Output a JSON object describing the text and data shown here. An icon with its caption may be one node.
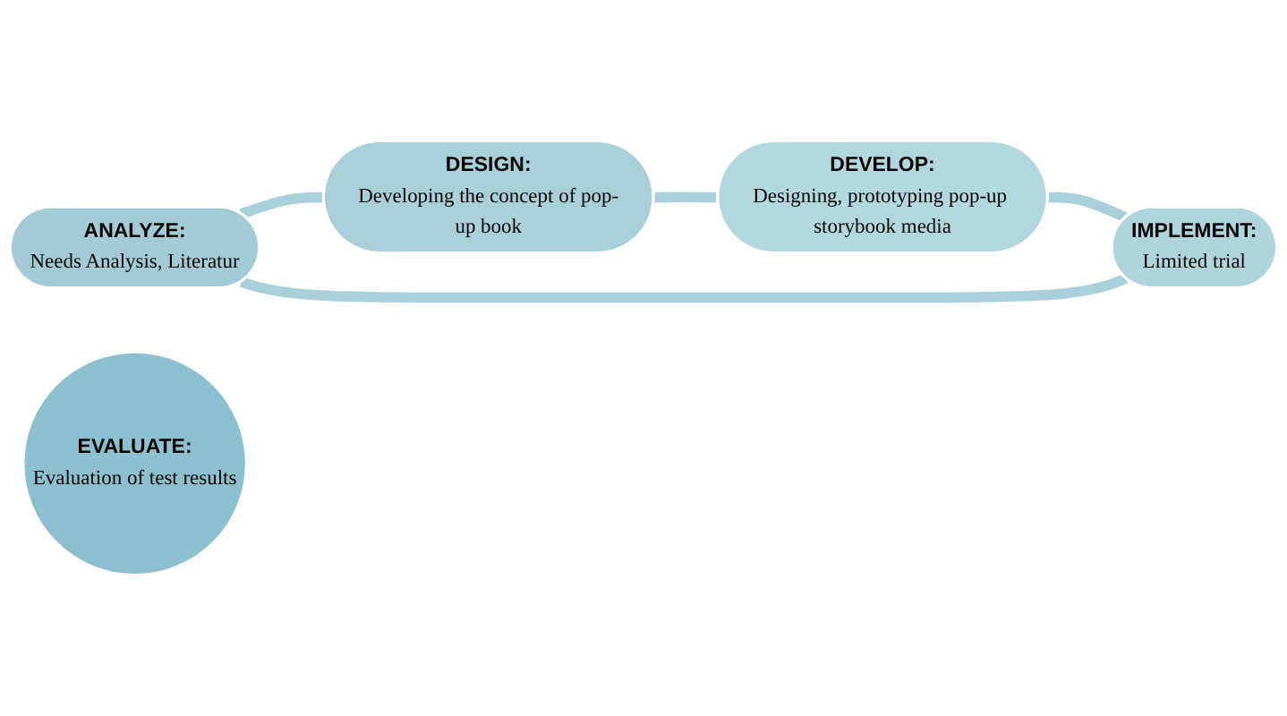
{
  "diagram": {
    "nodes": [
      {
        "text": [
          "ANALYZE:",
          "Needs Analysis, Literatur"
        ]
      },
      {
        "text": [
          "DESIGN:",
          "Developing the concept of pop-up book"
        ]
      },
      {
        "text": [
          "DEVELOP:",
          "Designing, prototyping pop-up storybook media"
        ]
      },
      {
        "text": [
          "IMPLEMENT:",
          "Limited trial"
        ]
      },
      {
        "text": [
          "EVALUATE:",
          "Evaluation of test results"
        ]
      }
    ],
    "edges": [
      {
        "from": 0,
        "to": 1,
        "arrow": "none"
      },
      {
        "from": 1,
        "to": 2,
        "arrow": "none"
      },
      {
        "from": 2,
        "to": 3,
        "arrow": "none"
      },
      {
        "from": 3,
        "to": 0,
        "arrow": "none"
      }
    ]
  }
}
